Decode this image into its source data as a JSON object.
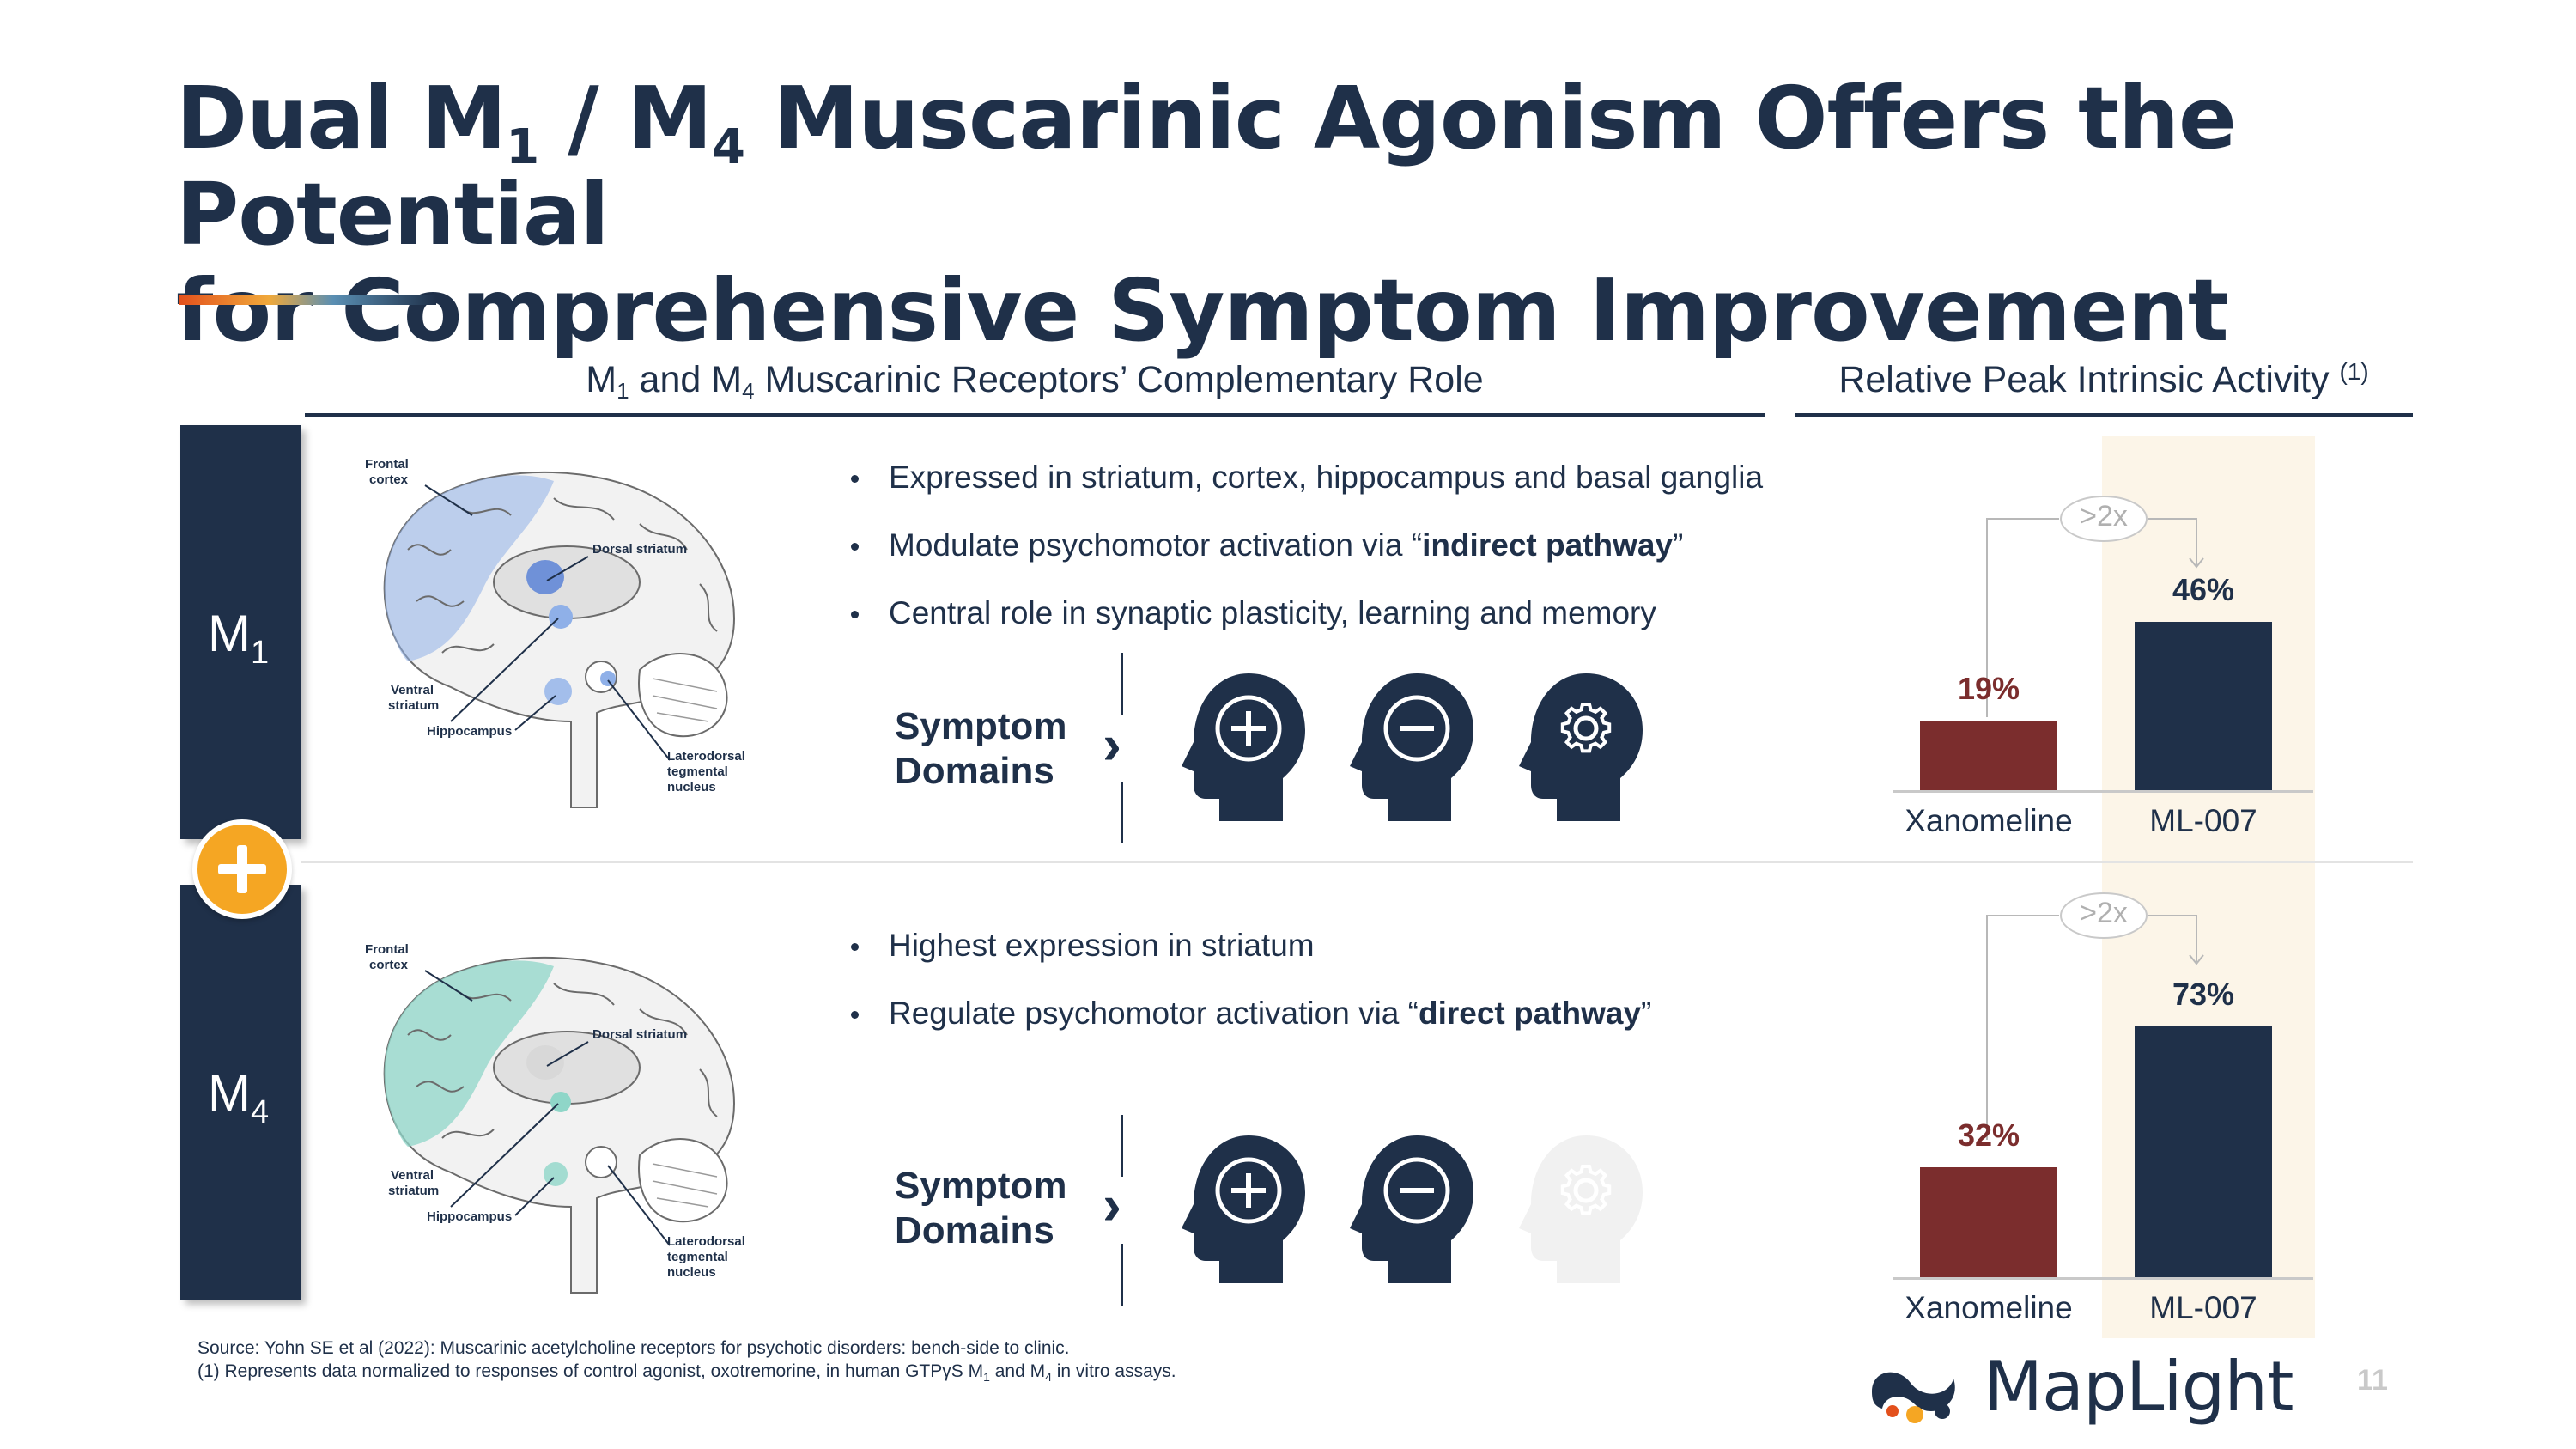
{
  "title": {
    "line1_a": "Dual M",
    "line1_sub1": "1",
    "line1_b": " / M",
    "line1_sub2": "4",
    "line1_c": " Muscarinic Agonism Offers the Potential",
    "line2": "for Comprehensive Symptom Improvement"
  },
  "left_section": {
    "heading_a": "M",
    "heading_sub1": "1",
    "heading_b": " and M",
    "heading_sub2": "4",
    "heading_c": " Muscarinic Receptors’ Complementary Role"
  },
  "right_section": {
    "heading": "Relative Peak Intrinsic Activity",
    "footnote_ref": "(1)"
  },
  "m1": {
    "label": "M",
    "label_sub": "1",
    "brain_labels": {
      "frontal_cortex_1": "Frontal",
      "frontal_cortex_2": "cortex",
      "dorsal_striatum": "Dorsal striatum",
      "ventral_striatum_1": "Ventral",
      "ventral_striatum_2": "striatum",
      "hippocampus": "Hippocampus",
      "ltn_1": "Laterodorsal",
      "ltn_2": "tegmental",
      "ltn_3": "nucleus"
    },
    "bullets": [
      {
        "pre": "Expressed in striatum, cortex, hippocampus and basal ganglia",
        "bold": "",
        "post": ""
      },
      {
        "pre": "Modulate psychomotor activation via “",
        "bold": "indirect pathway",
        "post": "”"
      },
      {
        "pre": "Central role in synaptic plasticity, learning and memory",
        "bold": "",
        "post": ""
      }
    ],
    "symptom_domains_1": "Symptom",
    "symptom_domains_2": "Domains",
    "icons": [
      "head-plus-icon",
      "head-minus-icon",
      "head-gear-icon"
    ]
  },
  "m4": {
    "label": "M",
    "label_sub": "4",
    "brain_labels": {
      "frontal_cortex_1": "Frontal",
      "frontal_cortex_2": "cortex",
      "dorsal_striatum": "Dorsal striatum",
      "ventral_striatum_1": "Ventral",
      "ventral_striatum_2": "striatum",
      "hippocampus": "Hippocampus",
      "ltn_1": "Laterodorsal",
      "ltn_2": "tegmental",
      "ltn_3": "nucleus"
    },
    "bullets": [
      {
        "pre": "Highest expression in striatum",
        "bold": "",
        "post": ""
      },
      {
        "pre": "Regulate psychomotor activation via “",
        "bold": "direct pathway",
        "post": "”"
      }
    ],
    "symptom_domains_1": "Symptom",
    "symptom_domains_2": "Domains",
    "icons": [
      "head-plus-icon",
      "head-minus-icon",
      "head-gear-icon-faded"
    ]
  },
  "chart_data": [
    {
      "type": "bar",
      "categories": [
        "Xanomeline",
        "ML-007"
      ],
      "values": [
        19,
        46
      ],
      "value_labels": [
        "19%",
        "46%"
      ],
      "annotation": ">2x",
      "colors": [
        "#7b2d2d",
        "#1f3049"
      ],
      "ylim": [
        0,
        100
      ]
    },
    {
      "type": "bar",
      "categories": [
        "Xanomeline",
        "ML-007"
      ],
      "values": [
        32,
        73
      ],
      "value_labels": [
        "32%",
        "73%"
      ],
      "annotation": ">2x",
      "colors": [
        "#7b2d2d",
        "#1f3049"
      ],
      "ylim": [
        0,
        100
      ]
    }
  ],
  "footer": {
    "source": "Source: Yohn SE et al (2022): Muscarinic acetylcholine receptors for psychotic disorders: bench-side to clinic.",
    "note_a": "(1)  Represents data normalized to responses of control agonist, oxotremorine, in human GTPγS M",
    "note_sub1": "1",
    "note_b": " and M",
    "note_sub2": "4",
    "note_c": " in vitro assays."
  },
  "logo": {
    "text": "MapLight"
  },
  "page_number": "11",
  "colors": {
    "navy": "#1f3049",
    "maroon": "#7b2d2d",
    "orange": "#f5a623",
    "m1_highlight": "#8fb0e8",
    "m4_highlight": "#8fd6c8"
  }
}
